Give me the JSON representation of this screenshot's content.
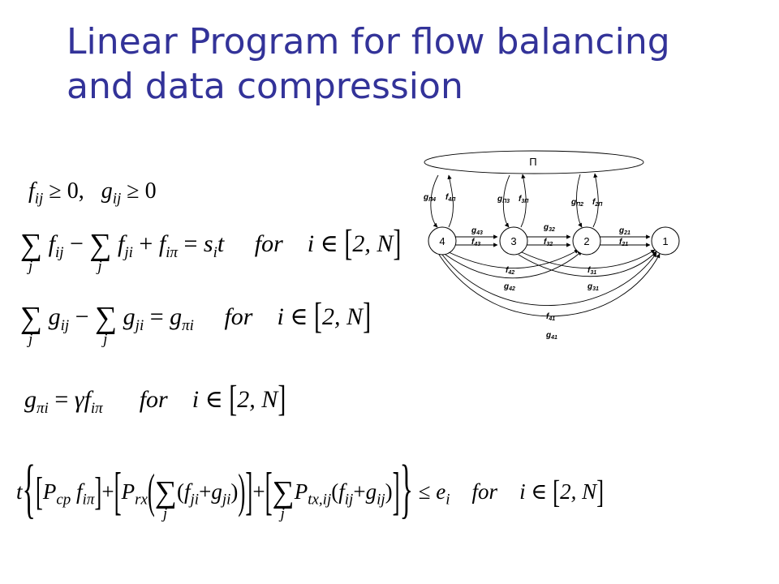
{
  "slide": {
    "title": "Linear Program for flow balancing and data compression"
  },
  "equations": {
    "nonneg": {
      "f": "f",
      "ij": "ij",
      "geq0a": " ≥ 0,",
      "g": "g",
      "ij2": "ij",
      "geq0b": " ≥ 0"
    },
    "flow_balance": {
      "f1": "f",
      "s1": "ij",
      "minus": " − ",
      "f2": "f",
      "s2": "ji",
      "plus": " + ",
      "f3": "f",
      "s3": "iπ",
      "eq": " = ",
      "s": "s",
      "si": "i",
      "t": "t",
      "for": "for",
      "i": "i",
      "in": " ∈ ",
      "range": "2, N",
      "j1": "j",
      "j2": "j"
    },
    "compression_balance": {
      "g1": "g",
      "s1": "ij",
      "minus": " − ",
      "g2": "g",
      "s2": "ji",
      "eq": " = ",
      "g3": "g",
      "s3": "πi",
      "for": "for",
      "i": "i",
      "in": " ∈ ",
      "range": "2, N",
      "j1": "j",
      "j2": "j"
    },
    "ratio": {
      "g": "g",
      "s1": "πi",
      "eq": " = ",
      "gamma": "γ",
      "f": "f",
      "s2": "iπ",
      "for": "for",
      "i": "i",
      "in": " ∈ ",
      "range": "2, N"
    },
    "energy": {
      "t": "t",
      "P1": "P",
      "cp": "cp",
      "f1": "f",
      "iπ": "iπ",
      "plus1": "+",
      "P2": "P",
      "rx": "rx",
      "f2": "f",
      "ji": "ji",
      "plus2": "+",
      "g1": "g",
      "ji2": "ji",
      "plus3": "+",
      "P3": "P",
      "tx": "tx,ij",
      "f3": "f",
      "ij": "ij",
      "plus4": "+",
      "g2": "g",
      "ij2": "ij",
      "leq": " ≤ ",
      "e": "e",
      "ei": "i",
      "for": "for",
      "i": "i",
      "in": " ∈ ",
      "range": "2, N",
      "j1": "j",
      "j2": "j"
    }
  },
  "diagram": {
    "sink_label": "Π",
    "nodes": [
      {
        "label": "4"
      },
      {
        "label": "3"
      },
      {
        "label": "2"
      },
      {
        "label": "1"
      }
    ],
    "top_labels": [
      {
        "g": "g",
        "gs": "Π4",
        "f": "f",
        "fs": "4Π"
      },
      {
        "g": "g",
        "gs": "Π3",
        "f": "f",
        "fs": "3Π"
      },
      {
        "g": "g",
        "gs": "Π2",
        "f": "f",
        "fs": "2Π"
      }
    ],
    "adjacent_labels": [
      {
        "g": "g",
        "gs": "43",
        "f": "f",
        "fs": "43"
      },
      {
        "g": "g",
        "gs": "32",
        "f": "f",
        "fs": "32"
      },
      {
        "g": "g",
        "gs": "21",
        "f": "f",
        "fs": "21"
      }
    ],
    "skip_labels": [
      {
        "f": "f",
        "fs": "42",
        "g": "g",
        "gs": "42"
      },
      {
        "f": "f",
        "fs": "31",
        "g": "g",
        "gs": "31"
      },
      {
        "f": "f",
        "fs": "41",
        "g": "g",
        "gs": "41"
      }
    ]
  }
}
